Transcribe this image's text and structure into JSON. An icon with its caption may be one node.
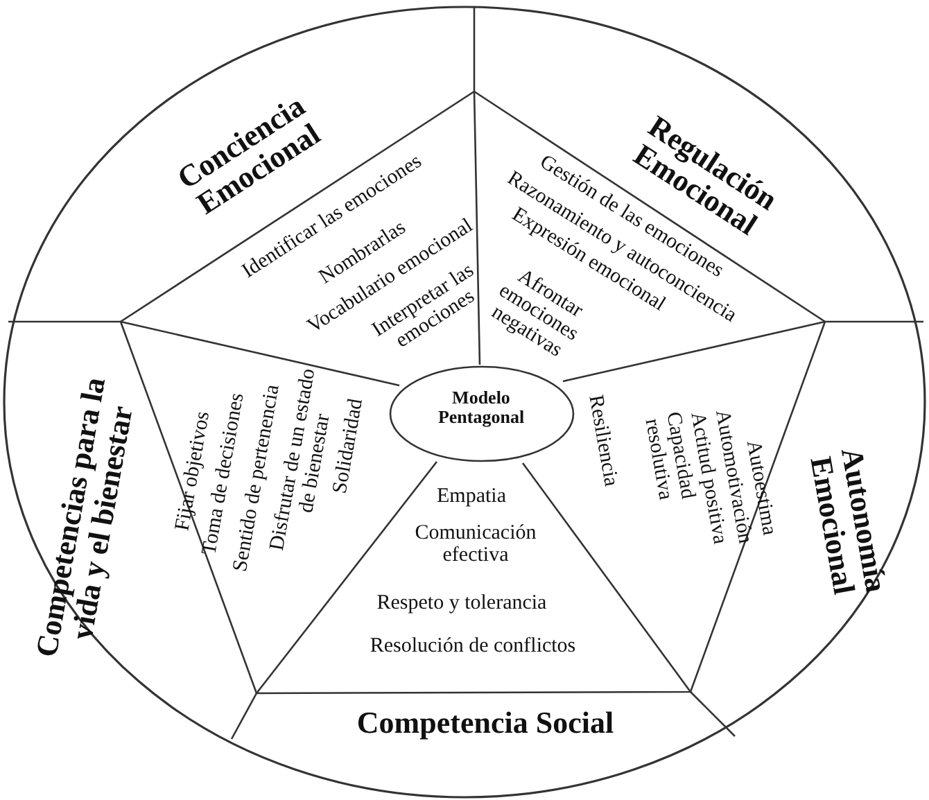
{
  "diagram": {
    "nodes": [
      {
        "text": [
          "Conciencia Emocional"
        ]
      },
      {
        "text": [
          "Identificar las emociones",
          "Nombrarlas",
          "Vocabulario emocional",
          "Interpretar las emociones"
        ]
      },
      {
        "text": [
          "Regulación Emocional"
        ]
      },
      {
        "text": [
          "Gestión de las emociones",
          "Razonamiento y autoconciencia",
          "Expresión emocional",
          "Afrontar emociones negativas"
        ]
      },
      {
        "text": [
          "Competencias para la vida y el bienestar"
        ]
      },
      {
        "text": [
          "Fijar objetivos",
          "Toma de decisiones",
          "Sentido de pertenencia",
          "Disfrutar de un estado de bienestar",
          "Solidaridad"
        ]
      },
      {
        "text": [
          "Modelo Pentagonal"
        ]
      },
      {
        "text": [
          "Autoestima",
          "Automotivación",
          "Actitud positiva",
          "Capacidad resolutiva",
          "Resiliencia"
        ]
      },
      {
        "text": [
          "Autonomía Emocional"
        ]
      },
      {
        "text": [
          "Empatia",
          "Comunicación efectiva",
          "Respeto y tolerancia",
          "Resolución de conflictos"
        ]
      },
      {
        "text": [
          "Competencia Social"
        ]
      }
    ]
  }
}
